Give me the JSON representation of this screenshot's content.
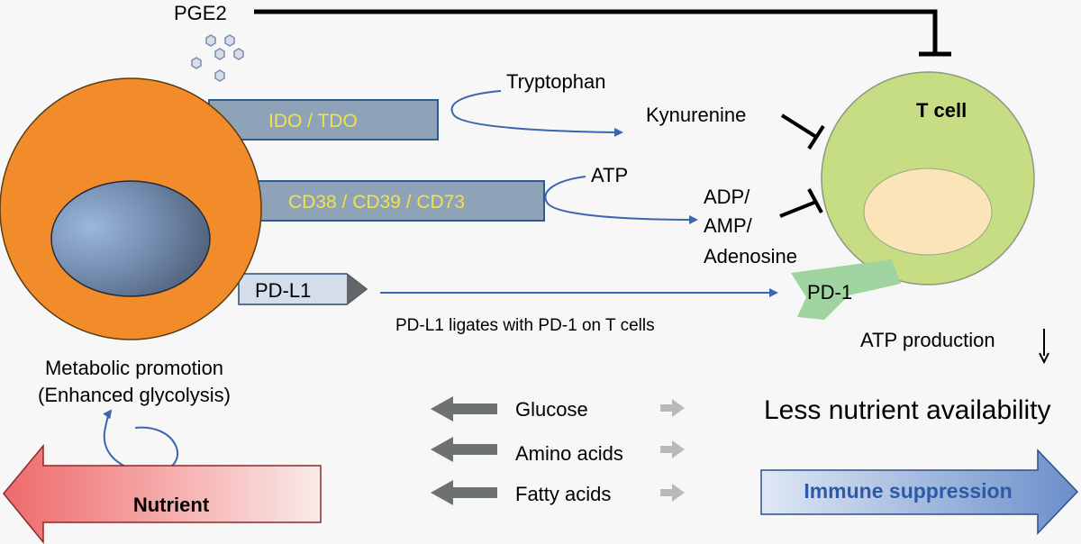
{
  "labels": {
    "pge2": "PGE2",
    "t_cell": "T cell",
    "ido_tdo": "IDO / TDO",
    "cd_group": "CD38 / CD39 / CD73",
    "pd_l1": "PD-L1",
    "pd_1": "PD-1",
    "tryptophan": "Tryptophan",
    "kynurenine": "Kynurenine",
    "atp": "ATP",
    "adp_line1": "ADP/",
    "adp_line2": "AMP/",
    "adp_line3": "Adenosine",
    "pd_ligation": "PD-L1 ligates with PD-1 on T cells",
    "atp_production": "ATP production",
    "metabolic_line1": "Metabolic promotion",
    "metabolic_line2": "(Enhanced glycolysis)",
    "glucose": "Glucose",
    "amino_acids": "Amino acids",
    "fatty_acids": "Fatty acids",
    "less_nutrient": "Less nutrient availability",
    "nutrient": "Nutrient",
    "immune_suppression": "Immune suppression"
  },
  "colors": {
    "tumor_cell": "#f28c2a",
    "t_cell": "#c7dd84",
    "t_cell_nucleus": "#fbe5b8",
    "enzyme_bar": "#8ea3b8",
    "enzyme_text": "#f2e14a",
    "flow_arrow": "#3a66b0",
    "pd1": "#9fd39f",
    "immune_text": "#2d5aa8"
  }
}
